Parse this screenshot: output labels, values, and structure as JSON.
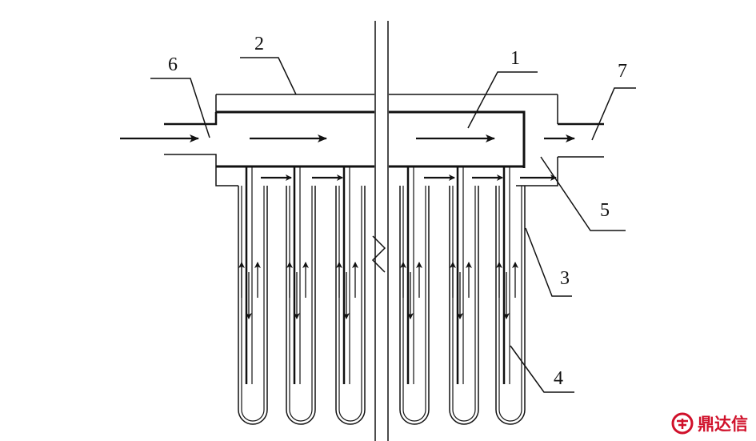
{
  "labels": {
    "l1": "1",
    "l2": "2",
    "l3": "3",
    "l4": "4",
    "l5": "5",
    "l6": "6",
    "l7": "7"
  },
  "watermark": {
    "text": "鼎达信",
    "color": "#d0102a"
  },
  "icons": {
    "logo": "ring-logo-icon"
  }
}
